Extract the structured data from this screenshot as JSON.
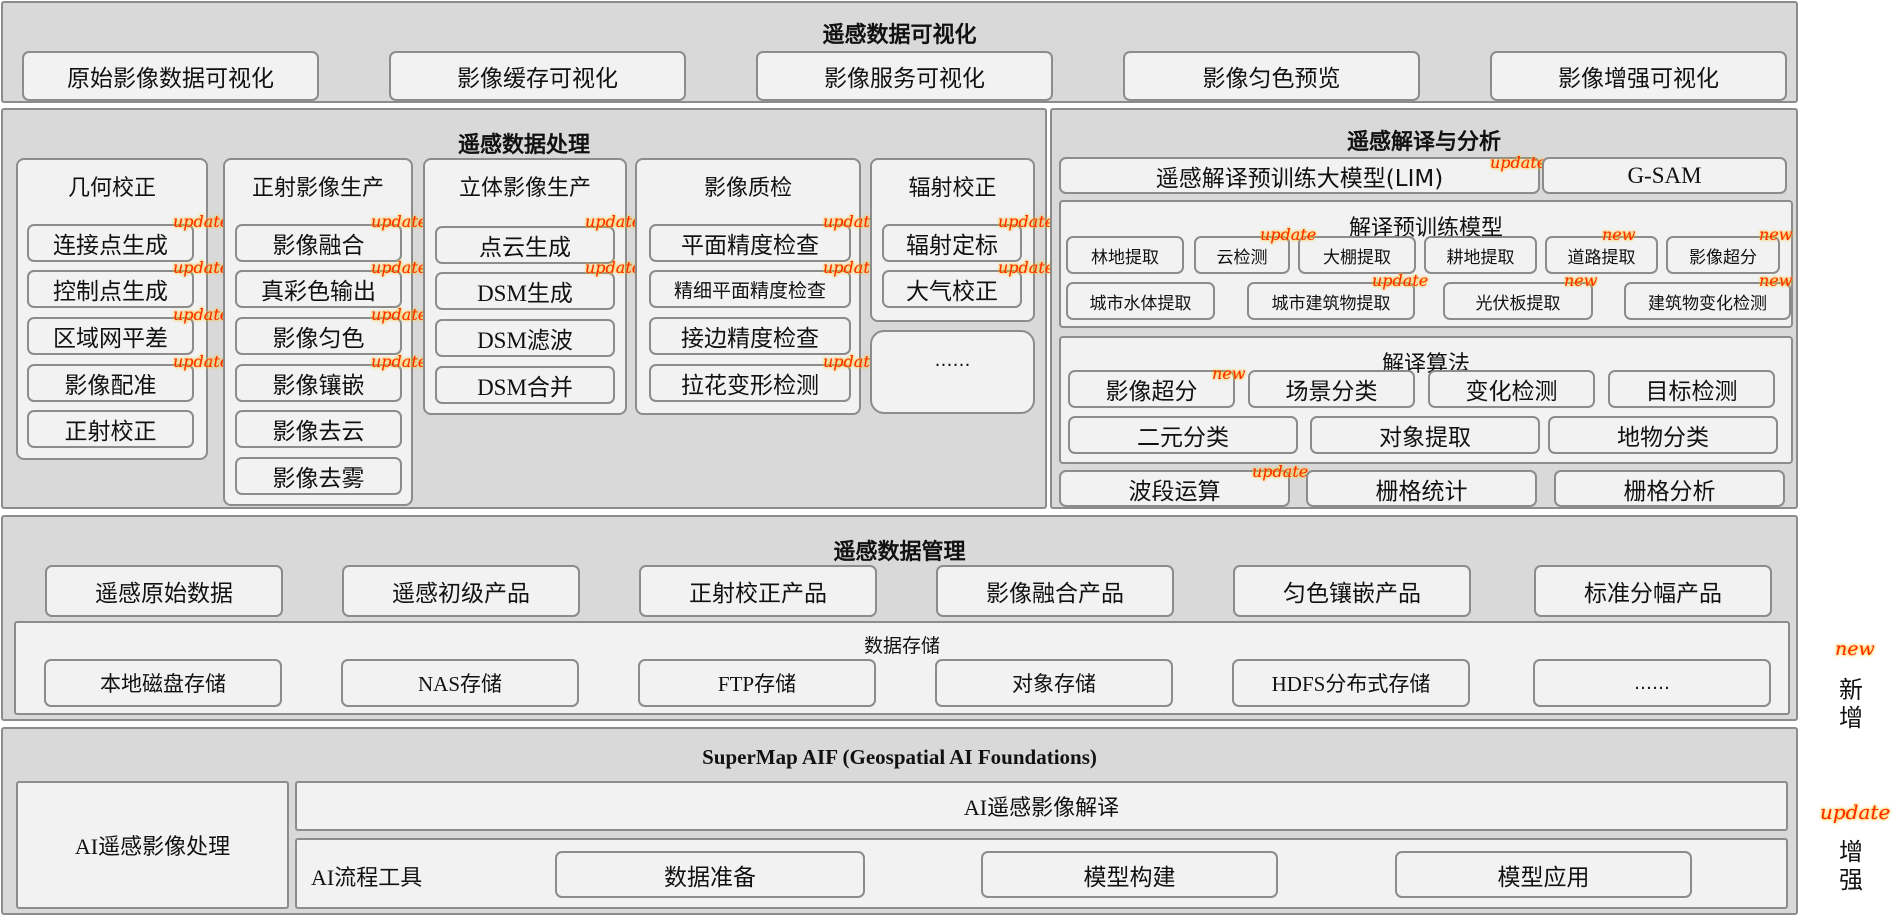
{
  "tags": {
    "update": "update",
    "new": "new"
  },
  "visualization": {
    "title": "遥感数据可视化",
    "items": [
      "原始影像数据可视化",
      "影像缓存可视化",
      "影像服务可视化",
      "影像匀色预览",
      "影像增强可视化"
    ]
  },
  "processing": {
    "title": "遥感数据处理",
    "columns": [
      {
        "title": "几何校正",
        "items": [
          "连接点生成",
          "控制点生成",
          "区域网平差",
          "影像配准",
          "正射校正"
        ]
      },
      {
        "title": "正射影像生产",
        "items": [
          "影像融合",
          "真彩色输出",
          "影像匀色",
          "影像镶嵌",
          "影像去云",
          "影像去雾"
        ]
      },
      {
        "title": "立体影像生产",
        "items": [
          "点云生成",
          "DSM生成",
          "DSM滤波",
          "DSM合并"
        ]
      },
      {
        "title": "影像质检",
        "items": [
          "平面精度检查",
          "精细平面精度检查",
          "接边精度检查",
          "拉花变形检测"
        ]
      },
      {
        "title": "辐射校正",
        "items": [
          "辐射定标",
          "大气校正"
        ]
      }
    ],
    "more": "……"
  },
  "interpretation": {
    "title": "遥感解译与分析",
    "lim": "遥感解译预训练大模型(LIM)",
    "gsam": "G-SAM",
    "pretrained": {
      "title": "解译预训练模型",
      "row1": [
        "林地提取",
        "云检测",
        "大棚提取",
        "耕地提取",
        "道路提取",
        "影像超分"
      ],
      "row2": [
        "城市水体提取",
        "城市建筑物提取",
        "光伏板提取",
        "建筑物变化检测"
      ]
    },
    "algorithms": {
      "title": "解译算法",
      "row1": [
        "影像超分",
        "场景分类",
        "变化检测",
        "目标检测"
      ],
      "row2": [
        "二元分类",
        "对象提取",
        "地物分类"
      ]
    },
    "raster": [
      "波段运算",
      "栅格统计",
      "栅格分析"
    ]
  },
  "management": {
    "title": "遥感数据管理",
    "products": [
      "遥感原始数据",
      "遥感初级产品",
      "正射校正产品",
      "影像融合产品",
      "匀色镶嵌产品",
      "标准分幅产品"
    ],
    "storage": {
      "title": "数据存储",
      "items": [
        "本地磁盘存储",
        "NAS存储",
        "FTP存储",
        "对象存储",
        "HDFS分布式存储",
        "……"
      ]
    }
  },
  "aif": {
    "title": "SuperMap AIF (Geospatial AI Foundations)",
    "processing": "AI遥感影像处理",
    "interpretation": "AI遥感影像解译",
    "workflow": {
      "title": "AI流程工具",
      "items": [
        "数据准备",
        "模型构建",
        "模型应用"
      ]
    }
  },
  "legend": {
    "new_word": "new",
    "new_label": [
      "新",
      "增"
    ],
    "update_word": "update",
    "update_label": [
      "增",
      "强"
    ]
  }
}
